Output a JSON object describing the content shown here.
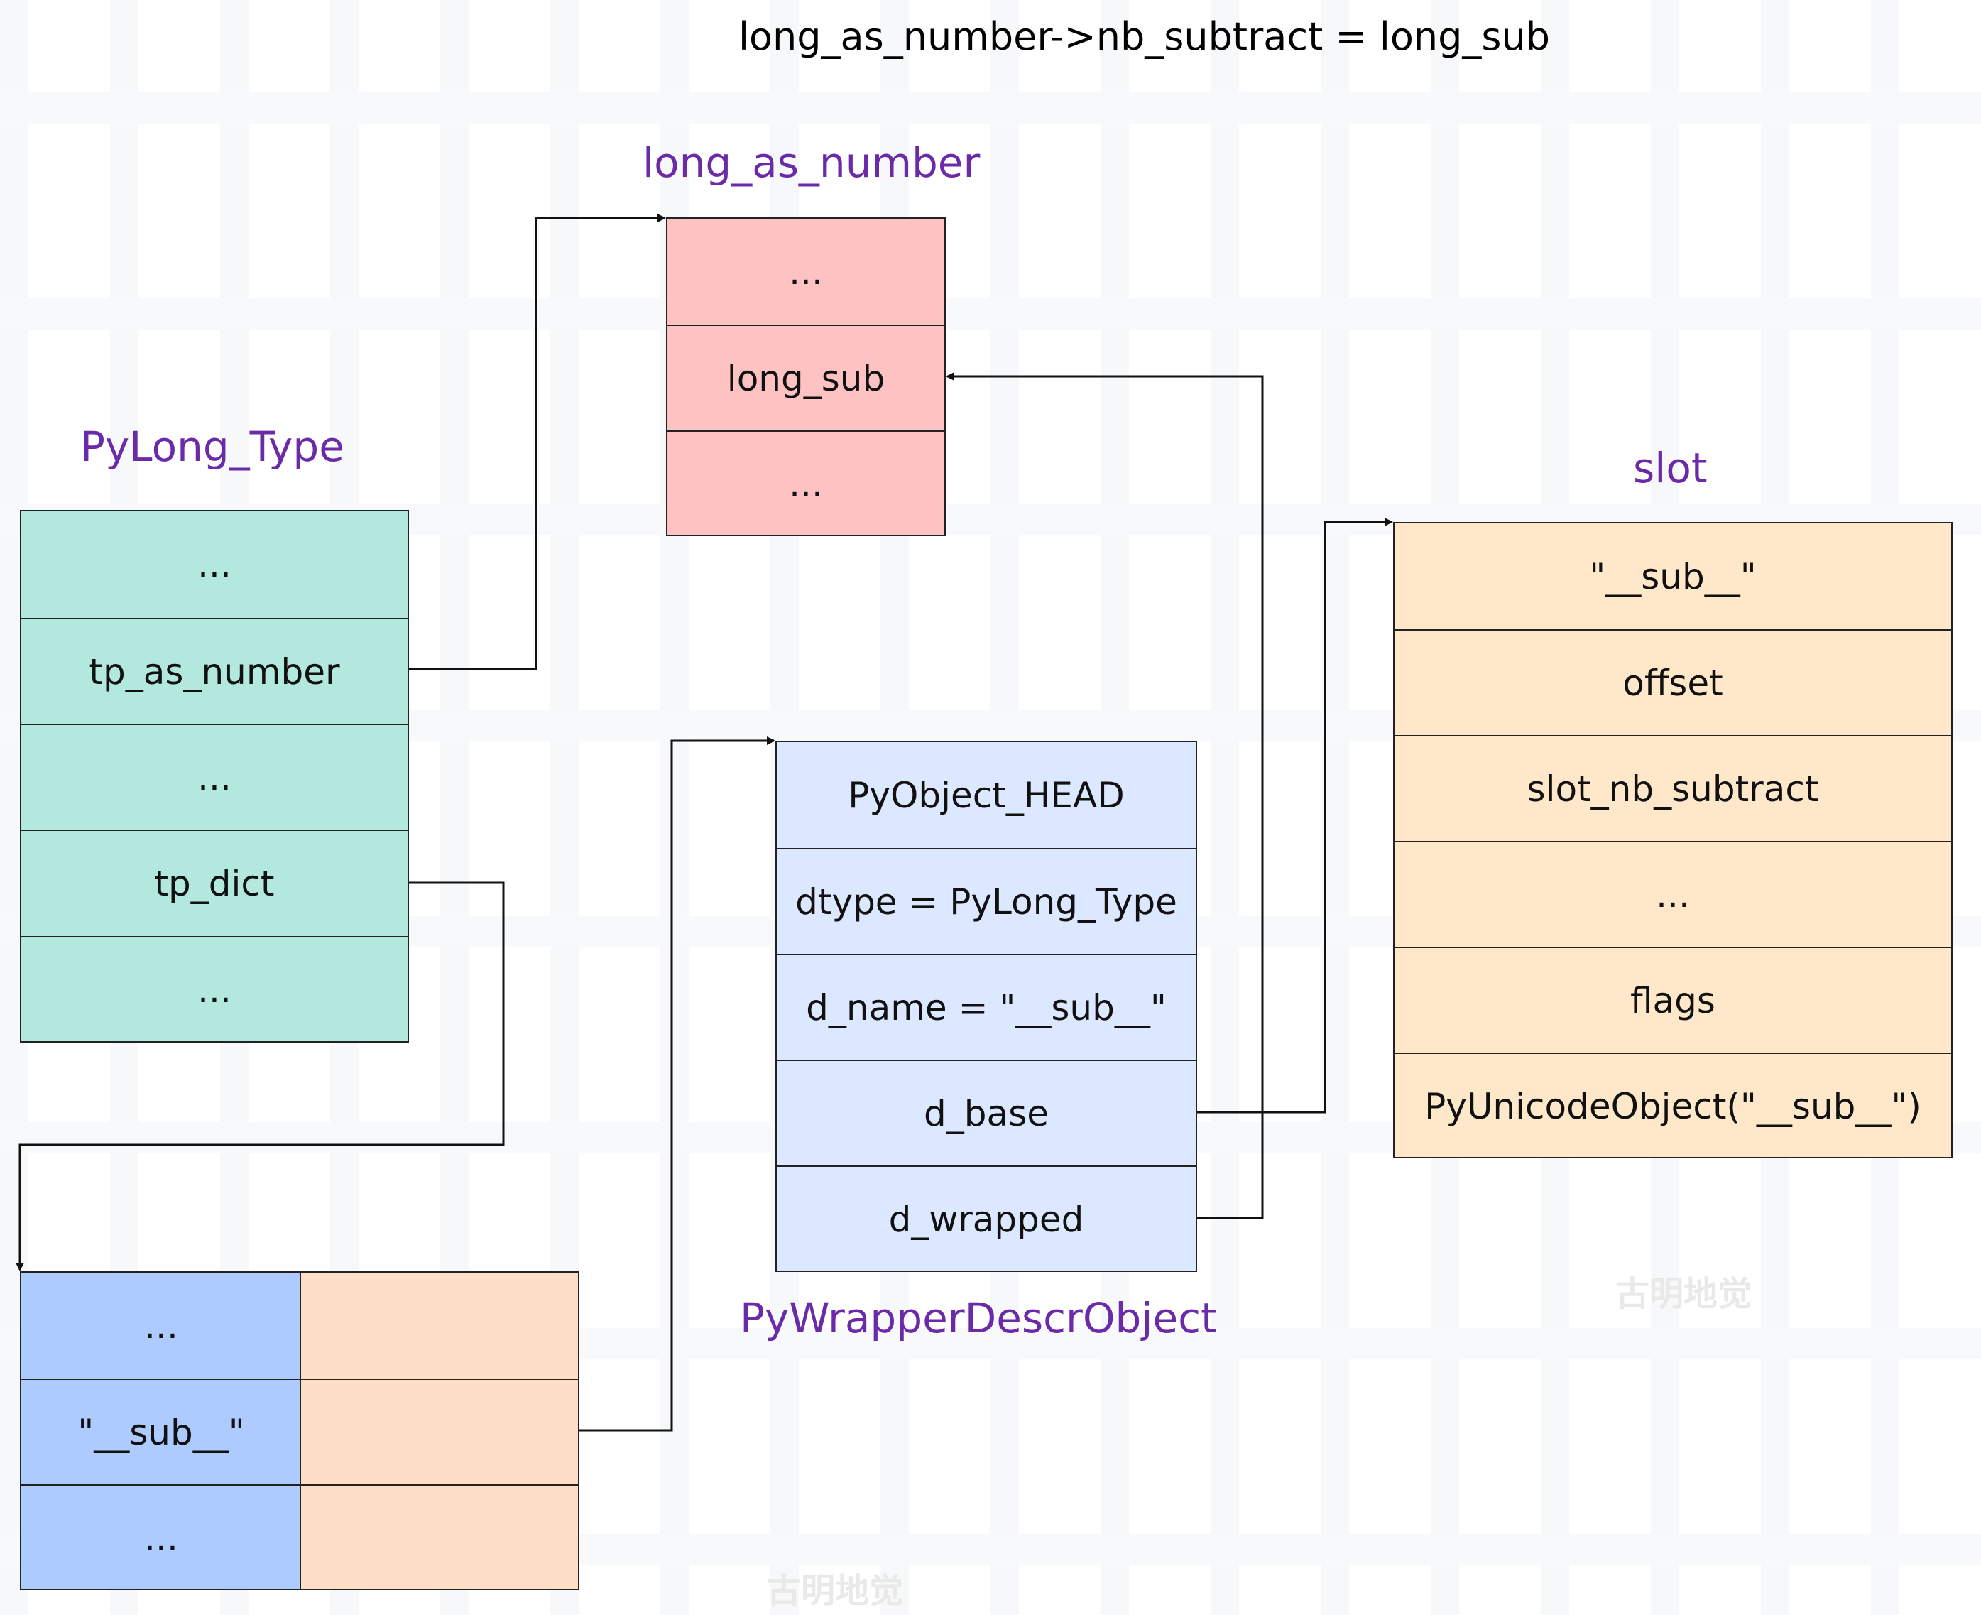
{
  "title": "long_as_number->nb_subtract = long_sub",
  "long_as_number": {
    "label": "long_as_number",
    "fill": "#ffc2c2",
    "cells": [
      "...",
      "long_sub",
      "..."
    ]
  },
  "pylong_type": {
    "label": "PyLong_Type",
    "fill": "#b3e8df",
    "cells": [
      "...",
      "tp_as_number",
      "...",
      "tp_dict",
      "..."
    ]
  },
  "slot": {
    "label": "slot",
    "fill": "#ffe8c9",
    "cells": [
      "\"__sub__\"",
      "offset",
      "slot_nb_subtract",
      "...",
      "flags",
      "PyUnicodeObject(\"__sub__\")"
    ]
  },
  "wrapper_descr": {
    "label": "PyWrapperDescrObject",
    "fill": "#dce8ff",
    "cells": [
      "PyObject_HEAD",
      "dtype = PyLong_Type",
      "d_name = \"__sub__\"",
      "d_base",
      "d_wrapped"
    ]
  },
  "dict": {
    "key_fill": "#aecbff",
    "value_fill": "#ffdec8",
    "keys": [
      "...",
      "\"__sub__\"",
      "..."
    ],
    "values": [
      "",
      "",
      ""
    ]
  },
  "watermarks": [
    "古明地觉",
    "古明地觉"
  ],
  "colors": {
    "label": "#6b2aa8",
    "line": "#111111"
  }
}
